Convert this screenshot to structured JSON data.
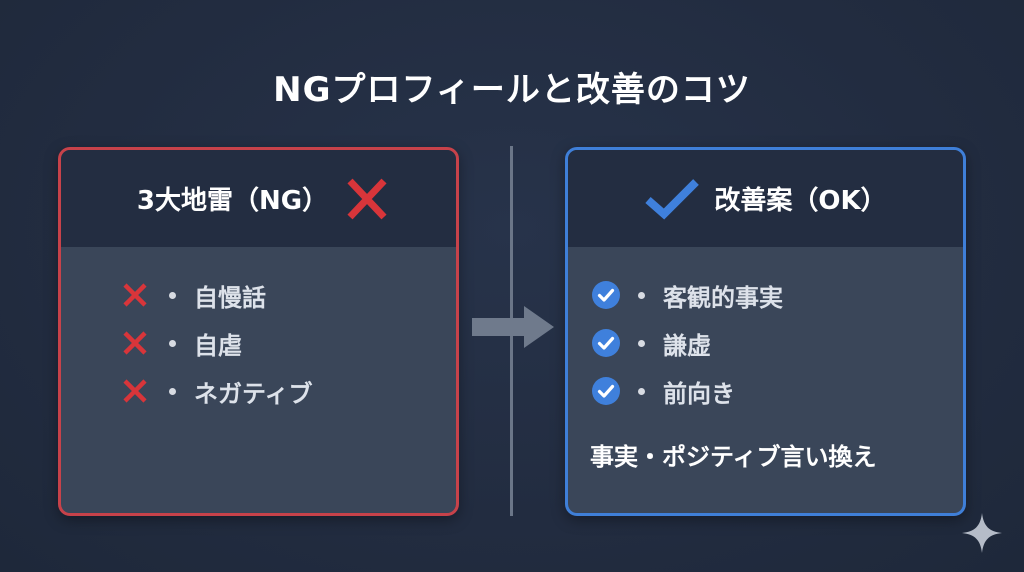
{
  "title": "NGプロフィールと改善のコツ",
  "colors": {
    "background": "#222d41",
    "ng_accent": "#c7424a",
    "ok_accent": "#3f7fd8",
    "card_body": "#3a4659",
    "card_header": "#232d41",
    "divider": "#6b7688"
  },
  "ng_card": {
    "heading": "3大地雷（NG）",
    "heading_icon": "cross-icon",
    "items": [
      {
        "icon": "cross-icon",
        "text": "自慢話"
      },
      {
        "icon": "cross-icon",
        "text": "自虐"
      },
      {
        "icon": "cross-icon",
        "text": "ネガティブ"
      }
    ]
  },
  "ok_card": {
    "heading": "改善案（OK）",
    "heading_icon": "checkmark-icon",
    "items": [
      {
        "icon": "check-circle-icon",
        "text": "客観的事実"
      },
      {
        "icon": "check-circle-icon",
        "text": "謙虚"
      },
      {
        "icon": "check-circle-icon",
        "text": "前向き"
      }
    ],
    "summary": "事実・ポジティブ言い換え"
  },
  "transition_icon": "arrow-right-icon",
  "corner_icon": "sparkle-icon"
}
